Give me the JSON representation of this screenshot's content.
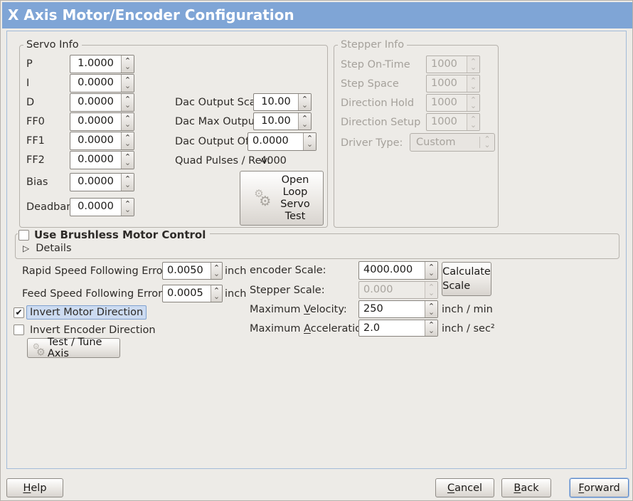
{
  "window": {
    "title": "X Axis Motor/Encoder Configuration"
  },
  "colors": {
    "titlebar_bg": "#7fa5d6",
    "focus_ring": "#5d89c8",
    "focus_highlight_bg": "#ccdbf1"
  },
  "icons": {
    "gear": "⚙",
    "spin_up": "⌃",
    "spin_down": "⌄",
    "check": "✔",
    "expander_right": "▷"
  },
  "servo": {
    "frame_title": "Servo Info",
    "rows": [
      {
        "label": "P",
        "value": "1.0000"
      },
      {
        "label": "I",
        "value": "0.0000"
      },
      {
        "label": "D",
        "value": "0.0000"
      },
      {
        "label": "FF0",
        "value": "0.0000"
      },
      {
        "label": "FF1",
        "value": "0.0000"
      },
      {
        "label": "FF2",
        "value": "0.0000"
      },
      {
        "label": "Bias",
        "value": "0.0000"
      },
      {
        "label": "Deadband",
        "value": "0.0000"
      }
    ],
    "dac_output_scale": {
      "label": "Dac Output Scale:",
      "value": "10.00"
    },
    "dac_max_output": {
      "label": "Dac Max Output:",
      "value": "10.00"
    },
    "dac_output_offset": {
      "label": "Dac Output Offset:",
      "value": "0.0000"
    },
    "quad_pulses": {
      "label": "Quad Pulses / Rev:",
      "value": "4000"
    },
    "open_loop_button": {
      "lines": [
        "Open",
        "Loop",
        "Servo",
        "Test"
      ]
    }
  },
  "stepper": {
    "frame_title": "Stepper Info",
    "rows": [
      {
        "label": "Step On-Time",
        "value": "1000"
      },
      {
        "label": "Step Space",
        "value": "1000"
      },
      {
        "label": "Direction Hold",
        "value": "1000"
      },
      {
        "label": "Direction Setup",
        "value": "1000"
      }
    ],
    "driver_type": {
      "label": "Driver Type:",
      "value": "Custom"
    }
  },
  "brushless": {
    "checkbox_label": "Use Brushless Motor Control",
    "details_label": "Details"
  },
  "following_error": {
    "rapid": {
      "label": "Rapid Speed Following Error:",
      "value": "0.0050",
      "unit": "inch"
    },
    "feed": {
      "label": "Feed Speed Following Error:",
      "value": "0.0005",
      "unit": "inch"
    }
  },
  "scales": {
    "encoder": {
      "label": "encoder Scale:",
      "value": "4000.000"
    },
    "stepper": {
      "label": "Stepper Scale:",
      "value": "0.000"
    },
    "calculate_button": {
      "lines": [
        "Calculate",
        "Scale"
      ]
    },
    "velocity": {
      "label_pre": "Maximum ",
      "label_key": "V",
      "label_post": "elocity:",
      "value": "250",
      "unit": "inch / min"
    },
    "acceleration": {
      "label_pre": "Maximum ",
      "label_key": "A",
      "label_post": "cceleration:",
      "value": "2.0",
      "unit": "inch / sec²"
    }
  },
  "direction": {
    "invert_motor": {
      "label": "Invert Motor Direction",
      "check_icon": "✔"
    },
    "invert_encoder": {
      "label": "Invert Encoder Direction"
    }
  },
  "test_tune_button": {
    "label": "Test / Tune Axis"
  },
  "footer": {
    "help": {
      "key": "H",
      "rest": "elp"
    },
    "cancel": {
      "key": "C",
      "rest": "ancel"
    },
    "back": {
      "key": "B",
      "rest": "ack"
    },
    "forward": {
      "key": "F",
      "rest": "orward"
    }
  }
}
